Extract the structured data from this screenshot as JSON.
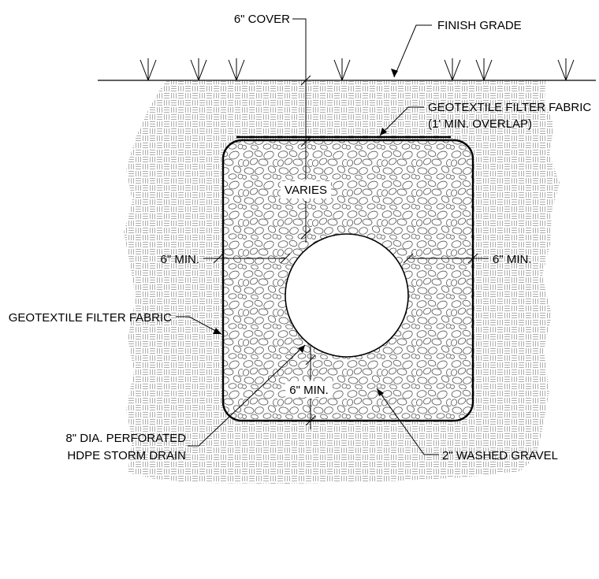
{
  "labels": {
    "cover": "6\" COVER",
    "finish_grade": "FINISH GRADE",
    "fabric_top_line1": "GEOTEXTILE FILTER FABRIC",
    "fabric_top_line2": "(1' MIN. OVERLAP)",
    "varies": "VARIES",
    "min_left": "6\" MIN.",
    "min_right": "6\" MIN.",
    "fabric_left": "GEOTEXTILE FILTER FABRIC",
    "min_bottom": "6\" MIN.",
    "pipe_line1": "8\" DIA. PERFORATED",
    "pipe_line2": "HDPE STORM DRAIN",
    "gravel": "2\" WASHED GRAVEL"
  },
  "hatch_patterns": {
    "soil": "basket-weave",
    "trench_fill": "gravel"
  }
}
